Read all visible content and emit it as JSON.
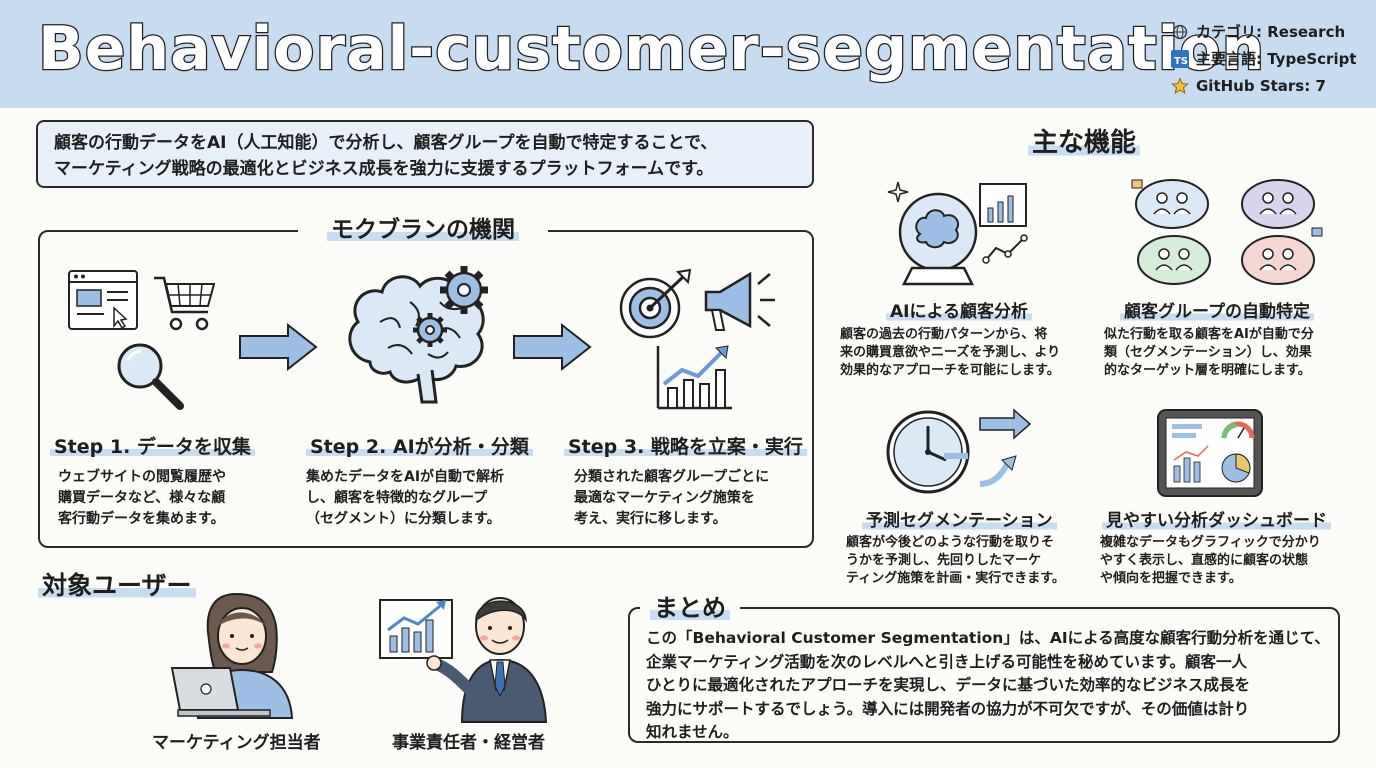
{
  "header": {
    "title": "Behavioral-customer-segmentation",
    "meta": {
      "category": "カテゴリ: Research",
      "language": "主要言語: TypeScript",
      "stars": "GitHub Stars: 7",
      "language_badge": "TS"
    }
  },
  "intro": {
    "lines": [
      "顧客の行動データをAI（人工知能）で分析し、顧客グループを自動で特定することで、",
      "マーケティング戦略の最適化とビジネス成長を強力に支援するプラットフォームです。"
    ]
  },
  "mechanism": {
    "title": "モクブランの機関",
    "steps": [
      {
        "title": "Step 1. データを収集",
        "lines": [
          "ウェブサイトの閲覧履歴や",
          "購買データなど、様々な顧",
          "客行動データを集めます。"
        ]
      },
      {
        "title": "Step 2. AIが分析・分類",
        "lines": [
          "集めたデータをAIが自動で解析",
          "し、顧客を特徴的なグループ",
          "（セグメント）に分類します。"
        ]
      },
      {
        "title": "Step 3. 戦略を立案・実行",
        "lines": [
          "分類された顧客グループごとに",
          "最適なマーケティング施策を",
          "考え、実行に移します。"
        ]
      }
    ]
  },
  "features": {
    "title": "主な機能",
    "items": [
      {
        "title": "AIによる顧客分析",
        "lines": [
          "顧客の過去の行動パターンから、将",
          "来の購買意欲やニーズを予測し、より",
          "効果的なアプローチを可能にします。"
        ]
      },
      {
        "title": "顧客グループの自動特定",
        "lines": [
          "似た行動を取る顧客をAIが自動で分",
          "類（セグメンテーション）し、効果",
          "的なターゲット層を明確にします。"
        ]
      },
      {
        "title": "予測セグメンテーション",
        "lines": [
          "顧客が今後どのような行動を取りそ",
          "うかを予測し、先回りしたマーケ",
          "ティング施策を計画・実行できます。"
        ]
      },
      {
        "title": "見やすい分析ダッシュボード",
        "lines": [
          "複雑なデータもグラフィックで分かり",
          "やすく表示し、直感的に顧客の状態",
          "や傾向を把握できます。"
        ]
      }
    ]
  },
  "users": {
    "title": "対象ユーザー",
    "items": [
      {
        "label": "マーケティング担当者"
      },
      {
        "label": "事業責任者・経営者"
      }
    ]
  },
  "summary": {
    "title": "まとめ",
    "lines": [
      "この「Behavioral Customer Segmentation」は、AIによる高度な顧客行動分析を通じて、",
      "企業マーケティング活動を次のレベルへと引き上げる可能性を秘めています。顧客一人",
      "ひとりに最適化されたアプローチを実現し、データに基づいた効率的なビジネス成長を",
      "強力にサポートするでしょう。導入には開発者の協力が不可欠ですが、その価値は計り",
      "知れません。"
    ]
  },
  "colors": {
    "header_bg": "#c7dcf1",
    "accent_blue": "#9dbfe6",
    "highlight": "#c8dcf2",
    "ink": "#1e1e1e"
  }
}
